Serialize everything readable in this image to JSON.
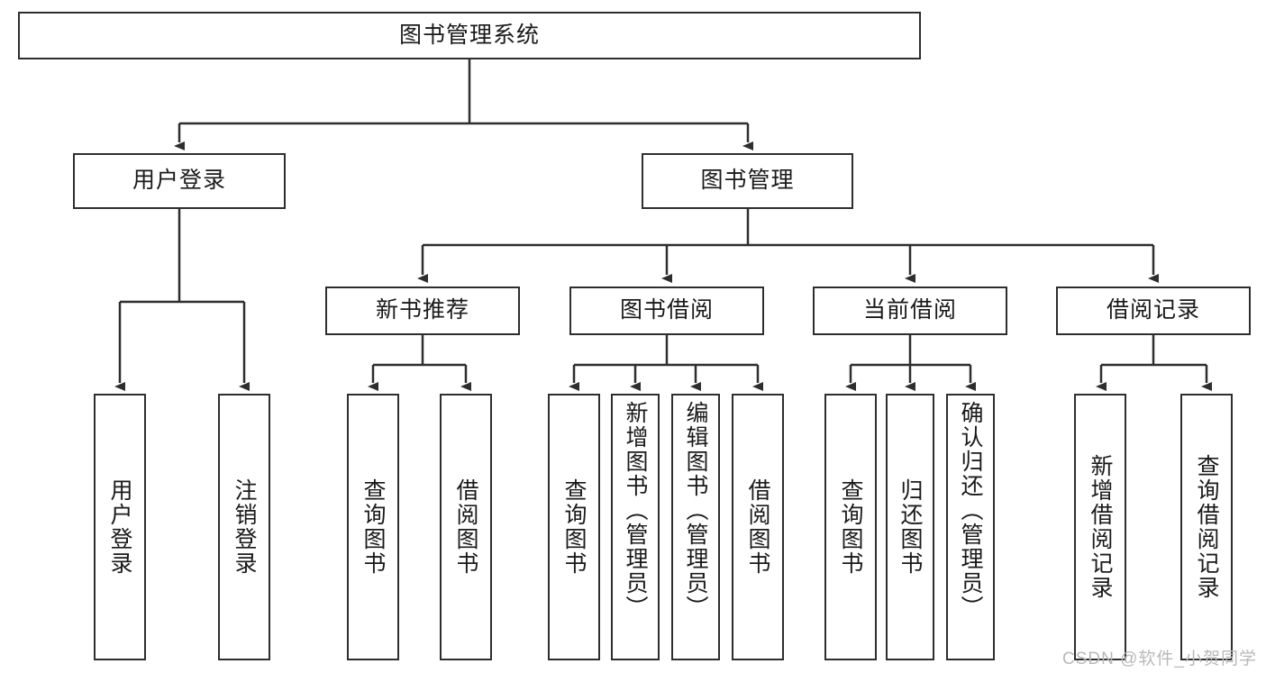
{
  "diagram": {
    "title": "图书管理系统",
    "type": "tree-hierarchy",
    "root": {
      "label": "图书管理系统"
    },
    "level2": [
      {
        "id": "user-login",
        "label": "用户登录"
      },
      {
        "id": "book-manage",
        "label": "图书管理"
      }
    ],
    "level3": [
      {
        "id": "new-book-recommend",
        "label": "新书推荐"
      },
      {
        "id": "book-borrow",
        "label": "图书借阅"
      },
      {
        "id": "current-borrow",
        "label": "当前借阅"
      },
      {
        "id": "borrow-record",
        "label": "借阅记录"
      }
    ],
    "leaves": {
      "user_login": [
        {
          "id": "leaf-user-login",
          "label": "用户登录"
        },
        {
          "id": "leaf-logout-login",
          "label": "注销登录"
        }
      ],
      "new_book_recommend": [
        {
          "id": "leaf-query-book-1",
          "label": "查询图书"
        },
        {
          "id": "leaf-borrow-book-1",
          "label": "借阅图书"
        }
      ],
      "book_borrow": [
        {
          "id": "leaf-query-book-2",
          "label": "查询图书"
        },
        {
          "id": "leaf-add-book",
          "label": "新增图书（管理员）"
        },
        {
          "id": "leaf-edit-book",
          "label": "编辑图书（管理员）"
        },
        {
          "id": "leaf-borrow-book-2",
          "label": "借阅图书"
        }
      ],
      "current_borrow": [
        {
          "id": "leaf-query-book-3",
          "label": "查询图书"
        },
        {
          "id": "leaf-return-book",
          "label": "归还图书"
        },
        {
          "id": "leaf-confirm-return",
          "label": "确认归还（管理员）"
        }
      ],
      "borrow_record": [
        {
          "id": "leaf-add-record",
          "label": "新增借阅记录"
        },
        {
          "id": "leaf-query-record",
          "label": "查询借阅记录"
        }
      ]
    }
  },
  "watermark": {
    "text": "CSDN @软件_小贺同学"
  },
  "colors": {
    "stroke": "#2e2e2e",
    "background": "#ffffff",
    "text": "#1a1a1a",
    "watermark": "#b9b9b9"
  }
}
